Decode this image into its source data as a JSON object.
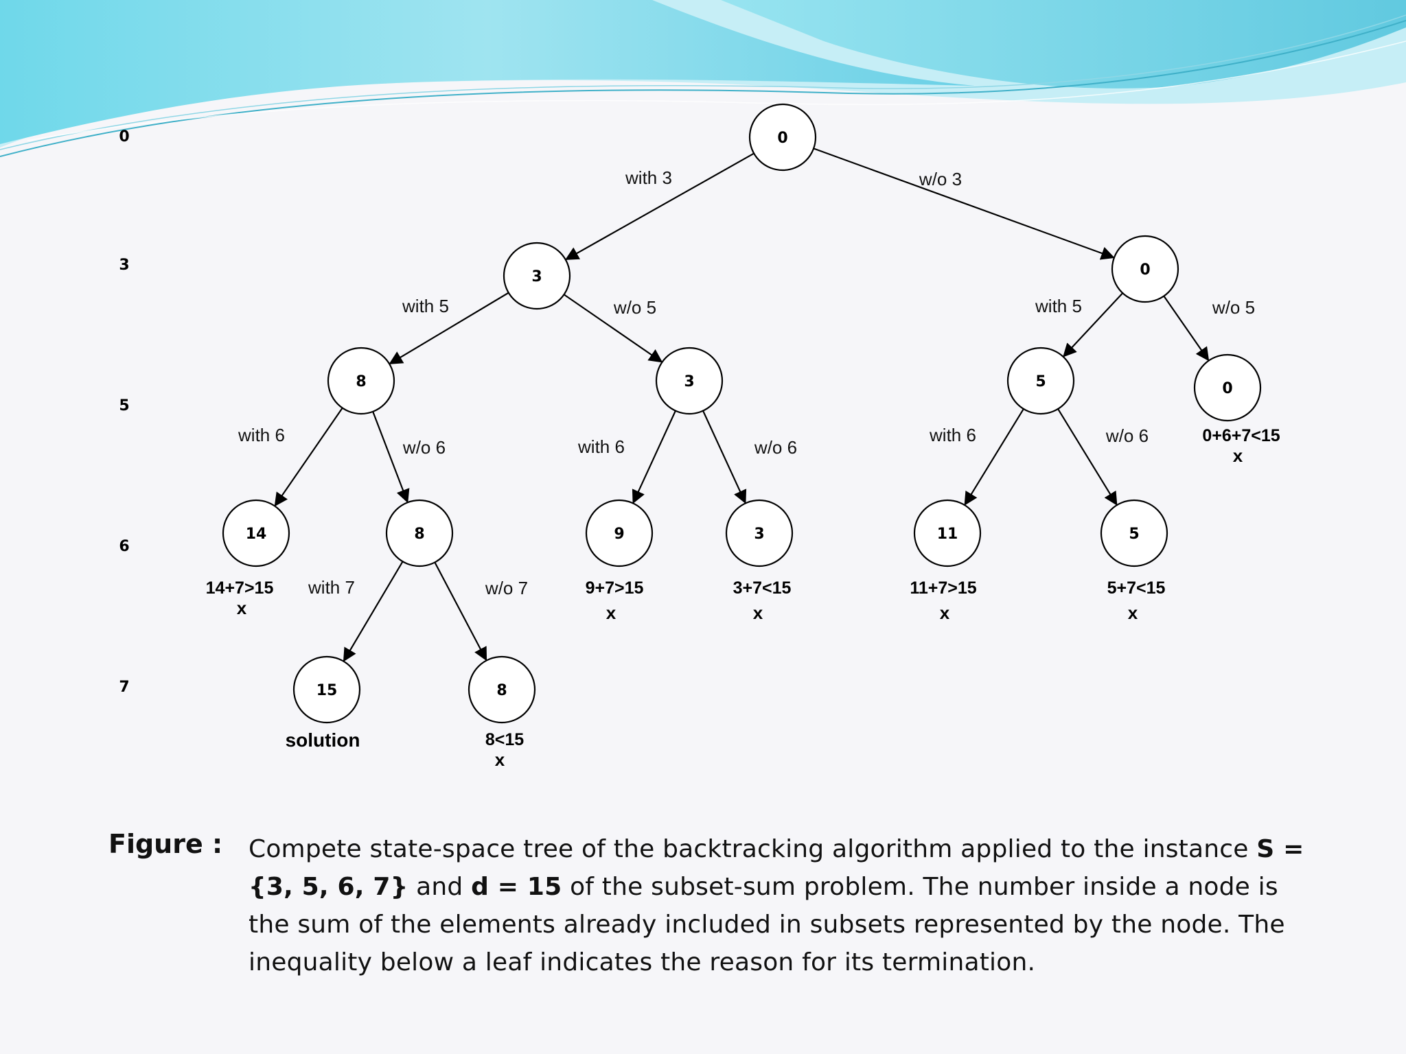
{
  "colors": {
    "wave_light": "#bfeef6",
    "wave_mid": "#7ad9ea",
    "wave_dark": "#5cc9e0",
    "node_fill": "#ffffff",
    "stroke": "#000000"
  },
  "levels": [
    "0",
    "3",
    "5",
    "6",
    "7"
  ],
  "nodes": [
    {
      "id": "n0",
      "value": "0"
    },
    {
      "id": "n3",
      "value": "3"
    },
    {
      "id": "n0b",
      "value": "0"
    },
    {
      "id": "n8",
      "value": "8"
    },
    {
      "id": "n3b",
      "value": "3"
    },
    {
      "id": "n5",
      "value": "5"
    },
    {
      "id": "n0c",
      "value": "0"
    },
    {
      "id": "n14",
      "value": "14"
    },
    {
      "id": "n8b",
      "value": "8"
    },
    {
      "id": "n9",
      "value": "9"
    },
    {
      "id": "n3c",
      "value": "3"
    },
    {
      "id": "n11",
      "value": "11"
    },
    {
      "id": "n5b",
      "value": "5"
    },
    {
      "id": "n15",
      "value": "15"
    },
    {
      "id": "n8c",
      "value": "8"
    }
  ],
  "edges": [
    {
      "from": "n0",
      "to": "n3",
      "label": "with 3"
    },
    {
      "from": "n0",
      "to": "n0b",
      "label": "w/o 3"
    },
    {
      "from": "n3",
      "to": "n8",
      "label": "with 5"
    },
    {
      "from": "n3",
      "to": "n3b",
      "label": "w/o 5"
    },
    {
      "from": "n0b",
      "to": "n5",
      "label": "with 5"
    },
    {
      "from": "n0b",
      "to": "n0c",
      "label": "w/o 5"
    },
    {
      "from": "n8",
      "to": "n14",
      "label": "with 6"
    },
    {
      "from": "n8",
      "to": "n8b",
      "label": "w/o 6"
    },
    {
      "from": "n3b",
      "to": "n9",
      "label": "with 6"
    },
    {
      "from": "n3b",
      "to": "n3c",
      "label": "w/o 6"
    },
    {
      "from": "n5",
      "to": "n11",
      "label": "with 6"
    },
    {
      "from": "n5",
      "to": "n5b",
      "label": "w/o 6"
    },
    {
      "from": "n8b",
      "to": "n15",
      "label": "with 7"
    },
    {
      "from": "n8b",
      "to": "n8c",
      "label": "w/o 7"
    }
  ],
  "annotations": [
    {
      "node": "n0c",
      "text": "0+6+7<15",
      "mark": "x"
    },
    {
      "node": "n14",
      "text": "14+7>15",
      "mark": "x"
    },
    {
      "node": "n9",
      "text": "9+7>15",
      "mark": "x"
    },
    {
      "node": "n3c",
      "text": "3+7<15",
      "mark": "x"
    },
    {
      "node": "n11",
      "text": "11+7>15",
      "mark": "x"
    },
    {
      "node": "n5b",
      "text": "5+7<15",
      "mark": "x"
    },
    {
      "node": "n15",
      "text": "solution",
      "mark": ""
    },
    {
      "node": "n8c",
      "text": "8<15",
      "mark": "x"
    }
  ],
  "caption": {
    "label": "Figure :",
    "t1": "Compete state-space tree of the backtracking algorithm applied to the instance ",
    "b1": "S = {3, 5, 6, 7}",
    "t2": " and ",
    "b2": "d = 15",
    "t3": " of the subset-sum problem. The number inside a node is the sum of the elements already included in subsets represented by the node. The inequality below a leaf indicates the reason for its termination."
  }
}
